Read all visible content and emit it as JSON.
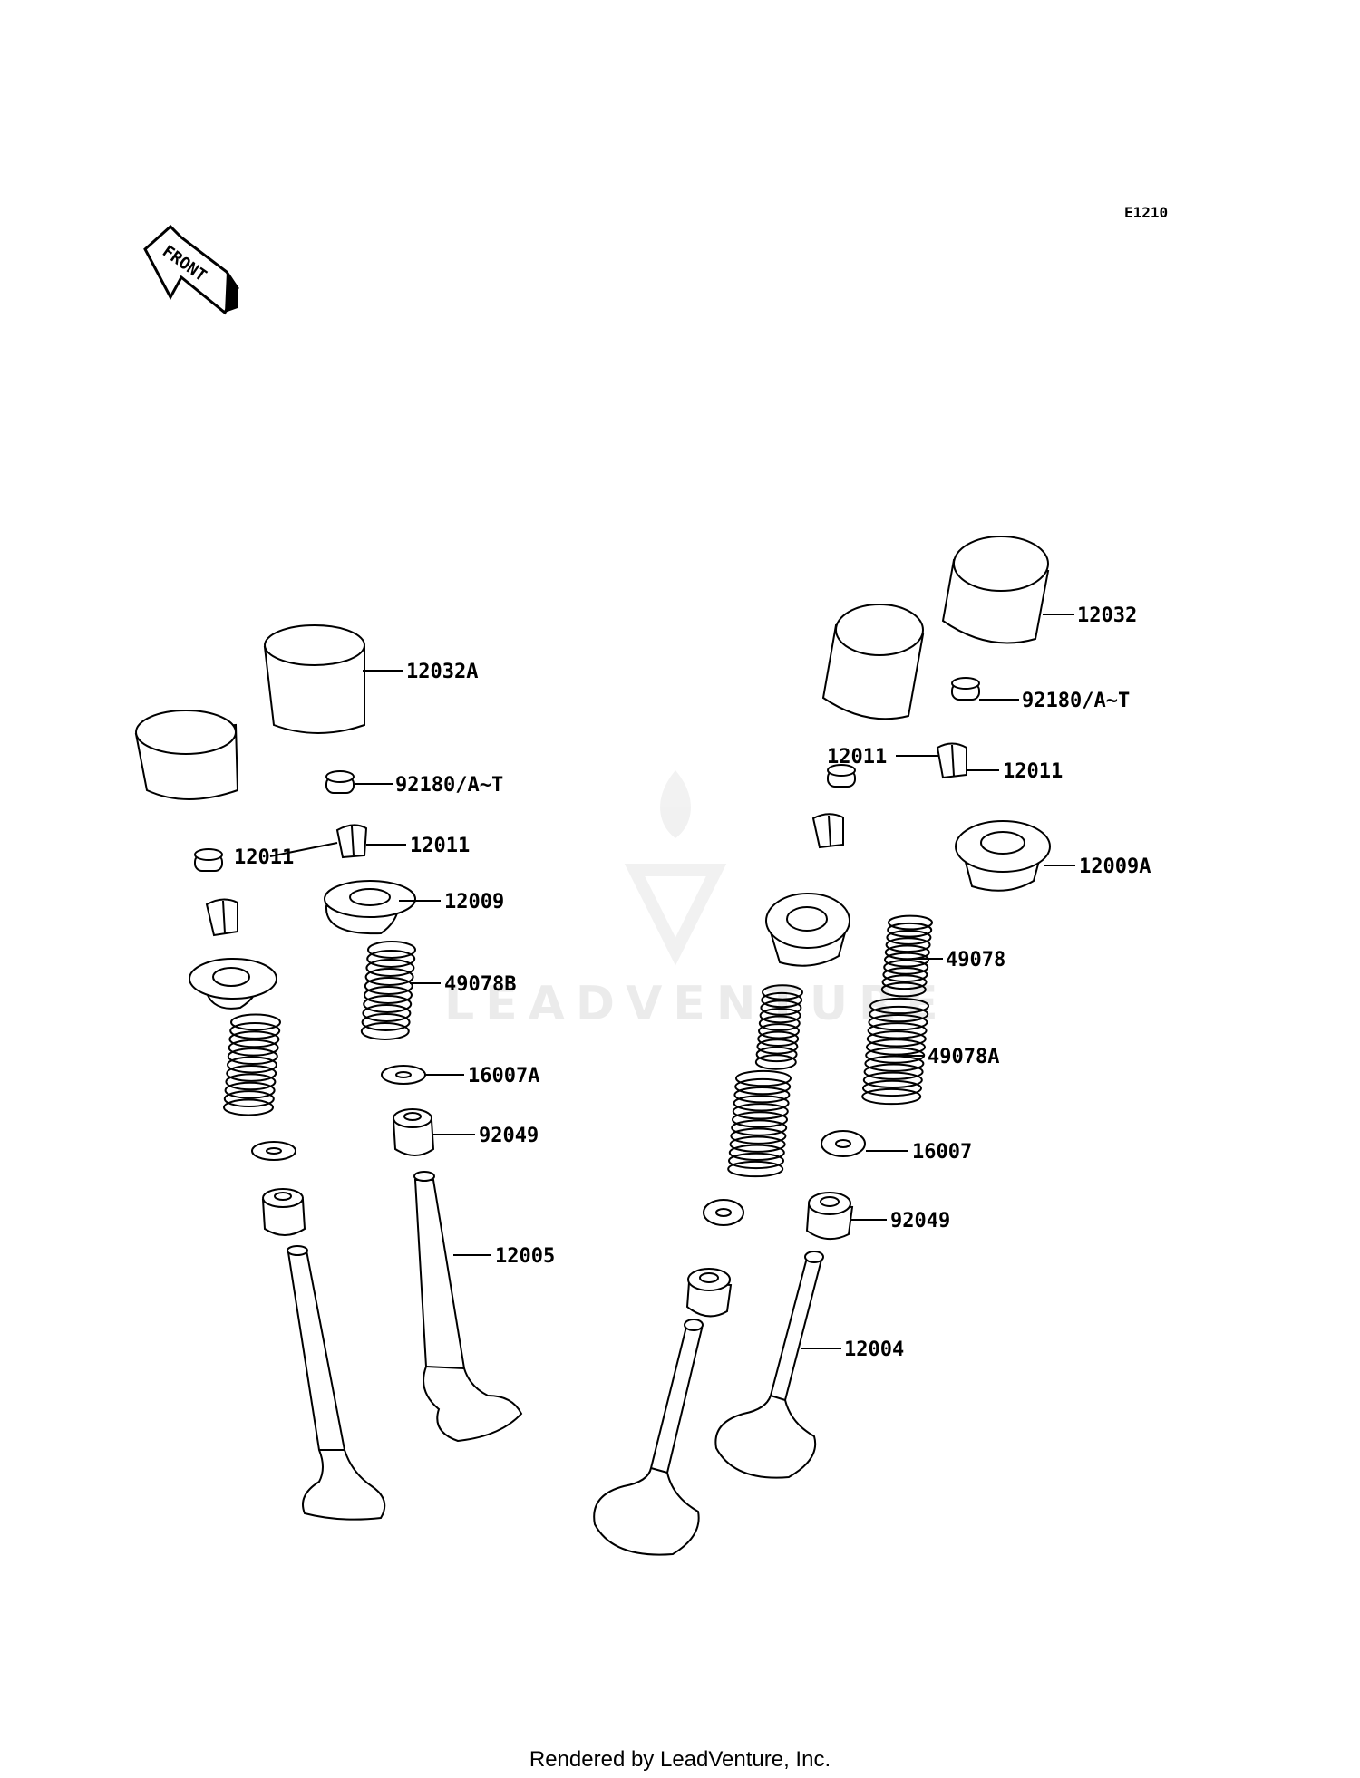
{
  "diagram": {
    "code": "E1210",
    "front_arrow_text": "FRONT",
    "watermark_text": "LEADVENTURE",
    "footer": "Rendered by LeadVenture, Inc."
  },
  "parts": {
    "left": {
      "bucket": "12032A",
      "shim": "92180/A~T",
      "keeper_left": "12011",
      "keeper_right": "12011",
      "retainer": "12009",
      "spring": "49078B",
      "spring_seat": "16007A",
      "stem_seal": "92049",
      "valve": "12005"
    },
    "right": {
      "bucket": "12032",
      "shim": "92180/A~T",
      "keeper_left": "12011",
      "keeper_right": "12011",
      "retainer": "12009A",
      "spring_inner": "49078",
      "spring_outer": "49078A",
      "spring_seat": "16007",
      "stem_seal": "92049",
      "valve": "12004"
    }
  }
}
